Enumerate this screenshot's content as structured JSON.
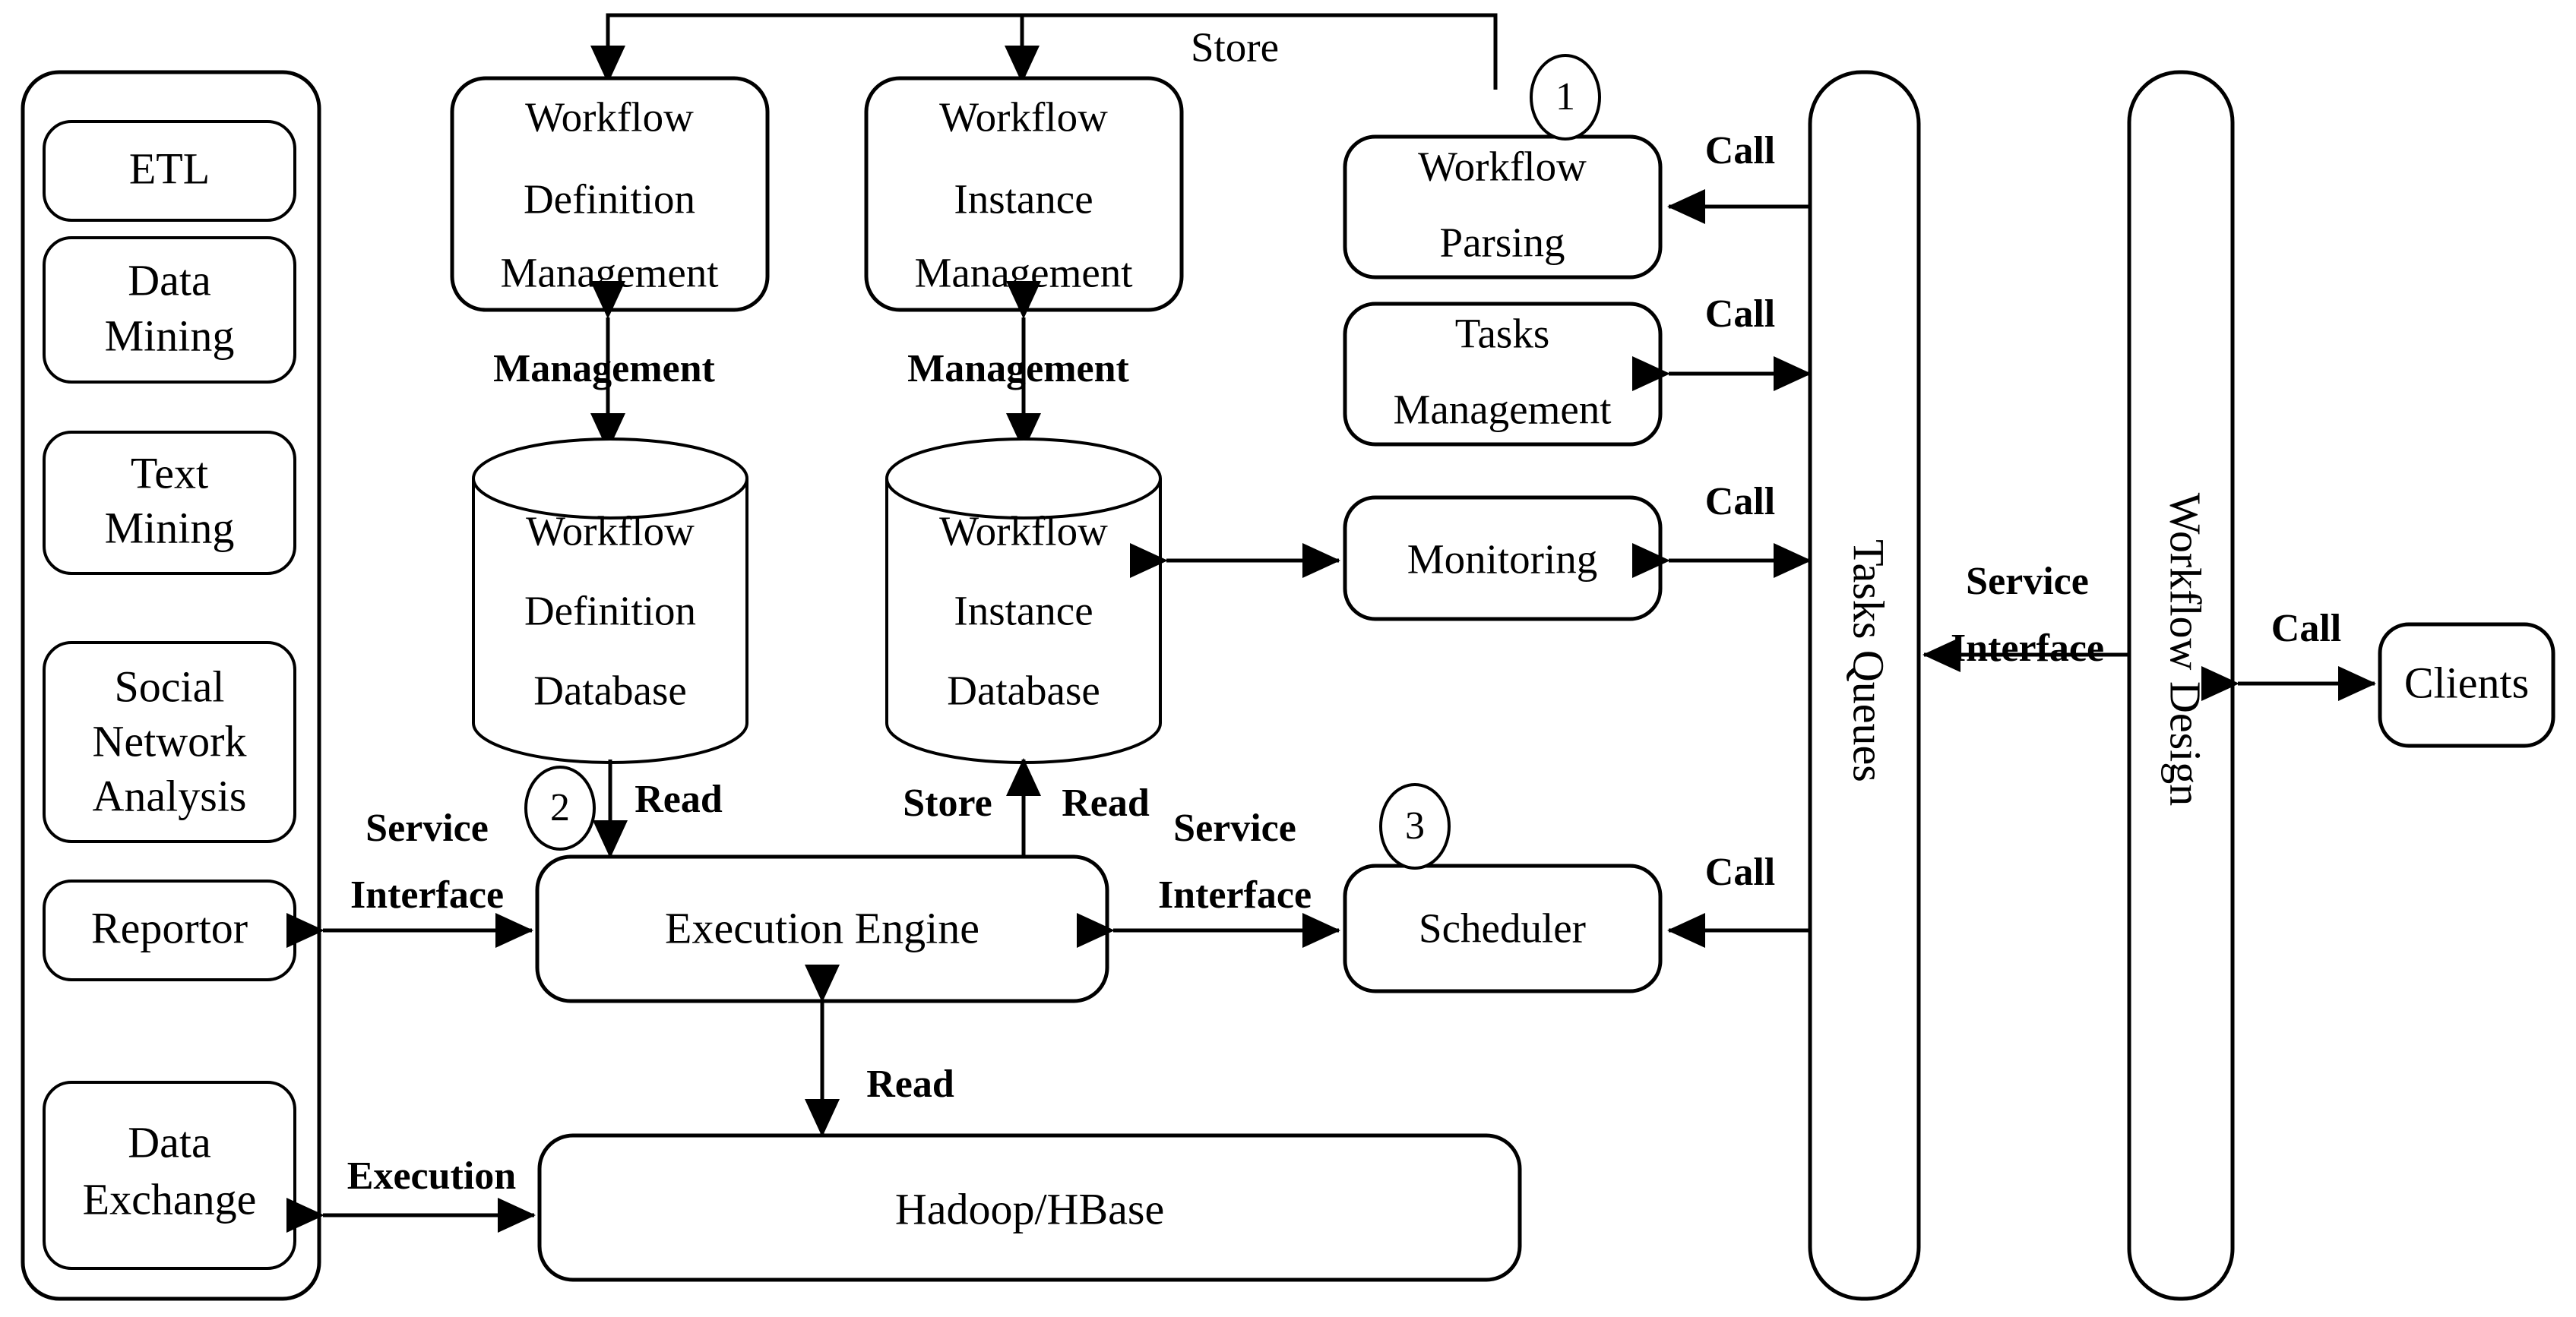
{
  "diagram": {
    "title": "Workflow system architecture",
    "colors": {
      "stroke": "#000000",
      "fill": "#ffffff",
      "text": "#000000"
    },
    "sidebar": {
      "name": "analysis-applications-panel",
      "items": [
        {
          "id": "etl",
          "label": "ETL",
          "lines": [
            "ETL"
          ]
        },
        {
          "id": "data-mining",
          "label": "Data Mining",
          "lines": [
            "Data",
            "Mining"
          ]
        },
        {
          "id": "text-mining",
          "label": "Text Mining",
          "lines": [
            "Text",
            "Mining"
          ]
        },
        {
          "id": "social-network-analysis",
          "label": "Social Network Analysis",
          "lines": [
            "Social",
            "Network",
            "Analysis"
          ]
        },
        {
          "id": "reportor",
          "label": "Reportor",
          "lines": [
            "Reportor"
          ]
        },
        {
          "id": "data-exchange",
          "label": "Data Exchange",
          "lines": [
            "Data",
            "Exchange"
          ]
        }
      ]
    },
    "nodes": [
      {
        "id": "workflow-definition-management",
        "label": "Workflow Definition Management",
        "lines": [
          "Workflow",
          "Definition",
          "Management"
        ],
        "shape": "rounded-rect"
      },
      {
        "id": "workflow-instance-management",
        "label": "Workflow Instance Management",
        "lines": [
          "Workflow",
          "Instance",
          "Management"
        ],
        "shape": "rounded-rect"
      },
      {
        "id": "workflow-parsing",
        "label": "Workflow Parsing",
        "lines": [
          "Workflow",
          "Parsing"
        ],
        "shape": "rounded-rect"
      },
      {
        "id": "tasks-management",
        "label": "Tasks Management",
        "lines": [
          "Tasks",
          "Management"
        ],
        "shape": "rounded-rect"
      },
      {
        "id": "monitoring",
        "label": "Monitoring",
        "lines": [
          "Monitoring"
        ],
        "shape": "rounded-rect"
      },
      {
        "id": "workflow-definition-database",
        "label": "Workflow Definition Database",
        "lines": [
          "Workflow",
          "Definition",
          "Database"
        ],
        "shape": "cylinder"
      },
      {
        "id": "workflow-instance-database",
        "label": "Workflow Instance Database",
        "lines": [
          "Workflow",
          "Instance",
          "Database"
        ],
        "shape": "cylinder"
      },
      {
        "id": "execution-engine",
        "label": "Execution Engine",
        "lines": [
          "Execution Engine"
        ],
        "shape": "rounded-rect"
      },
      {
        "id": "scheduler",
        "label": "Scheduler",
        "lines": [
          "Scheduler"
        ],
        "shape": "rounded-rect"
      },
      {
        "id": "hadoop-hbase",
        "label": "Hadoop/HBase",
        "lines": [
          "Hadoop/HBase"
        ],
        "shape": "rounded-rect"
      },
      {
        "id": "tasks-queues",
        "label": "Tasks Queues",
        "lines": [
          "Tasks Queues"
        ],
        "shape": "vertical-bar",
        "orientation": "vertical"
      },
      {
        "id": "workflow-design",
        "label": "Workflow Design",
        "lines": [
          "Workflow Design"
        ],
        "shape": "vertical-bar",
        "orientation": "vertical"
      },
      {
        "id": "clients",
        "label": "Clients",
        "lines": [
          "Clients"
        ],
        "shape": "rounded-rect"
      }
    ],
    "step_markers": [
      {
        "id": "step-1",
        "label": "1"
      },
      {
        "id": "step-2",
        "label": "2"
      },
      {
        "id": "step-3",
        "label": "3"
      }
    ],
    "edge_labels": [
      {
        "id": "store-top",
        "label": "Store",
        "style": "plain"
      },
      {
        "id": "call-workflow-parsing",
        "label": "Call",
        "style": "bold"
      },
      {
        "id": "call-tasks-management",
        "label": "Call",
        "style": "bold"
      },
      {
        "id": "call-monitoring",
        "label": "Call",
        "style": "bold"
      },
      {
        "id": "call-scheduler",
        "label": "Call",
        "style": "bold"
      },
      {
        "id": "call-clients",
        "label": "Call",
        "style": "bold"
      },
      {
        "id": "management-definition",
        "label": "Management",
        "style": "bold"
      },
      {
        "id": "management-instance",
        "label": "Management",
        "style": "bold"
      },
      {
        "id": "read-definition-db",
        "label": "Read",
        "style": "bold"
      },
      {
        "id": "store-instance-db",
        "label": "Store",
        "style": "bold"
      },
      {
        "id": "read-instance-db",
        "label": "Read",
        "style": "bold"
      },
      {
        "id": "service-interface-left",
        "label": "Service Interface",
        "lines": [
          "Service",
          "Interface"
        ],
        "style": "bold"
      },
      {
        "id": "service-interface-scheduler",
        "label": "Service Interface",
        "lines": [
          "Service",
          "Interface"
        ],
        "style": "bold"
      },
      {
        "id": "service-interface-design",
        "label": "Service Interface",
        "lines": [
          "Service",
          "Interface"
        ],
        "style": "bold"
      },
      {
        "id": "read-hadoop",
        "label": "Read",
        "style": "bold"
      },
      {
        "id": "execution-hadoop",
        "label": "Execution",
        "style": "bold"
      }
    ]
  }
}
